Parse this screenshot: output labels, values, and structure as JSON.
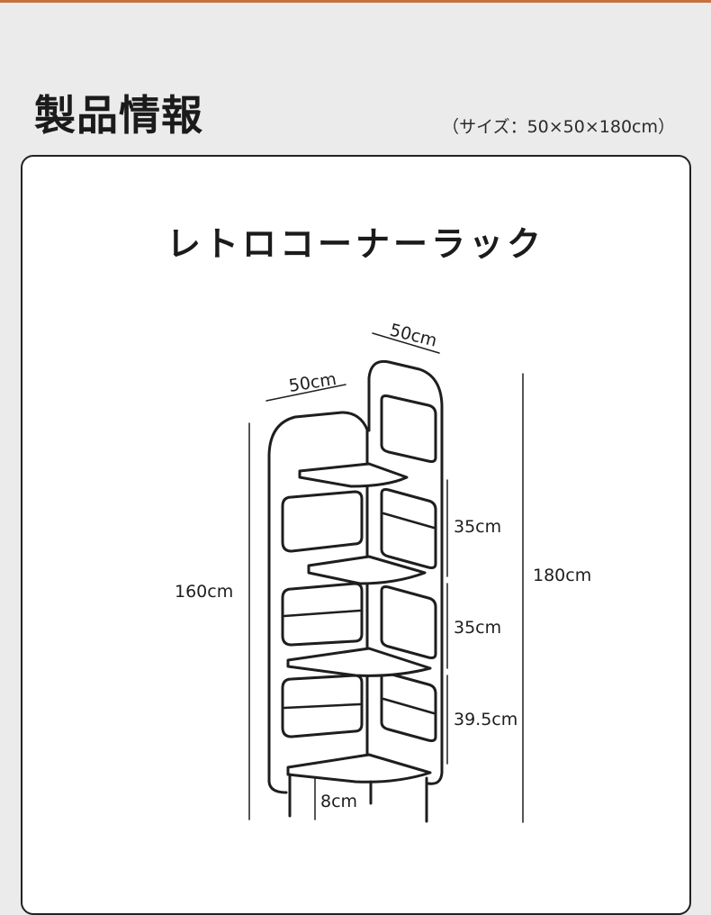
{
  "section": {
    "title": "製品情報",
    "size_note": "（サイズ：50×50×180cm）"
  },
  "product": {
    "name": "レトロコーナーラック"
  },
  "dimensions": {
    "top_depth_right": "50cm",
    "top_depth_left": "50cm",
    "left_height": "160cm",
    "total_height": "180cm",
    "gap_1": "35cm",
    "gap_2": "35cm",
    "gap_3": "39.5cm",
    "leg_height": "8cm"
  }
}
